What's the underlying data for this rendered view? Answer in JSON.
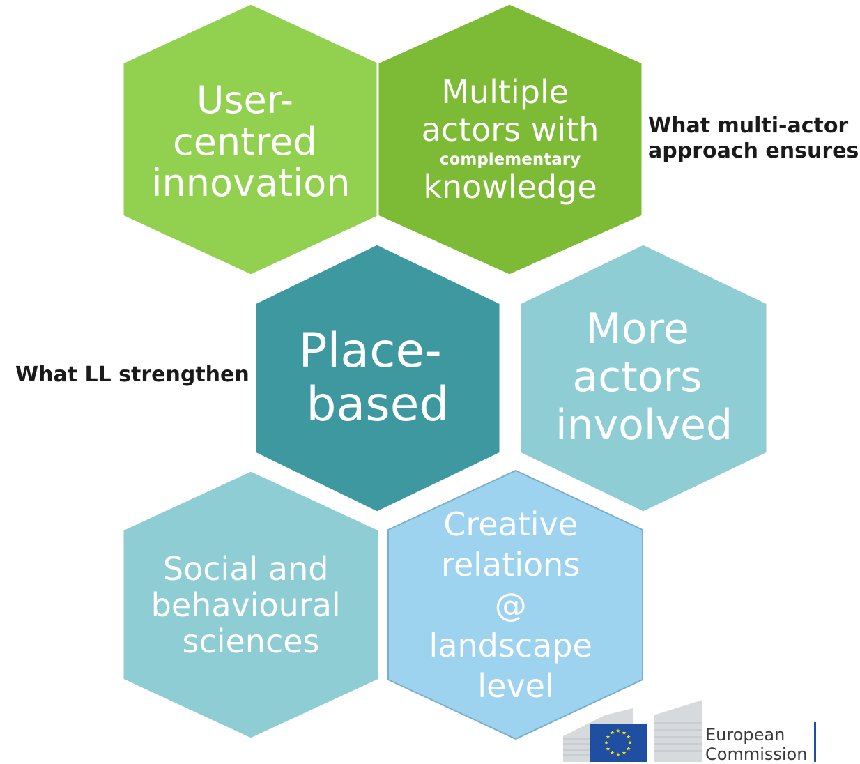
{
  "hexagons": [
    {
      "id": "user-centred",
      "lines": [
        "User-",
        "centred",
        "innovation"
      ],
      "color": "#92d050"
    },
    {
      "id": "multiple-actors",
      "lines": [
        "Multiple",
        "actors with",
        "complementary",
        "knowledge"
      ],
      "color": "#7dbb36"
    },
    {
      "id": "place-based",
      "lines": [
        "Place-",
        "based"
      ],
      "color": "#3d98a0"
    },
    {
      "id": "more-actors",
      "lines": [
        "More",
        "actors",
        "involved"
      ],
      "color": "#8dcdd3"
    },
    {
      "id": "social-behavioural",
      "lines": [
        "Social and",
        "behavioural",
        "sciences"
      ],
      "color": "#8dcdd3"
    },
    {
      "id": "creative-relations",
      "lines": [
        "Creative",
        "relations",
        "@",
        "landscape",
        "level"
      ],
      "color": "#9dd3ef"
    }
  ],
  "side_labels": {
    "multi_actor_line1": "What multi-actor",
    "multi_actor_line2": "approach ensures",
    "ll": "What LL strengthen"
  },
  "logo": {
    "line1": "European",
    "line2": "Commission",
    "flag_color": "#1f4fa3",
    "star_color": "#ffdd00"
  }
}
